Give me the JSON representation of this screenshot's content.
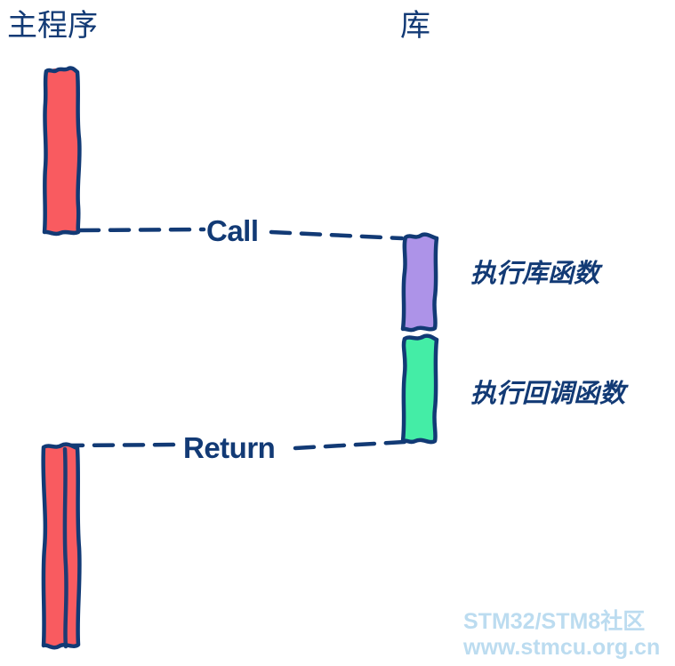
{
  "diagram": {
    "kind": "sequence-diagram",
    "background_color": "#ffffff",
    "stroke_color": "#123a75",
    "lanes": [
      {
        "id": "main",
        "title": "主程序"
      },
      {
        "id": "library",
        "title": "库"
      }
    ],
    "activations": [
      {
        "id": "main-run-1",
        "lane": "main",
        "color": "#f95b60",
        "label": ""
      },
      {
        "id": "lib-func",
        "lane": "library",
        "color": "#ad93e8",
        "label": ""
      },
      {
        "id": "lib-callback",
        "lane": "library",
        "color": "#44eda6",
        "label": ""
      },
      {
        "id": "main-run-2",
        "lane": "main",
        "color": "#f95b60",
        "label": ""
      }
    ],
    "messages": [
      {
        "id": "call",
        "label": "Call",
        "from": "main",
        "to": "library",
        "style": "dashed"
      },
      {
        "id": "return",
        "label": "Return",
        "from": "library",
        "to": "main",
        "style": "dashed"
      }
    ],
    "notes": [
      {
        "id": "note-lib-func",
        "text": "执行库函数",
        "attached_to": "lib-func"
      },
      {
        "id": "note-lib-callback",
        "text": "执行回调函数",
        "attached_to": "lib-callback"
      }
    ]
  },
  "watermark": {
    "line1": "STM32/STM8社区",
    "line2": "www.stmcu.org.cn",
    "color": "#bcdcf0"
  }
}
